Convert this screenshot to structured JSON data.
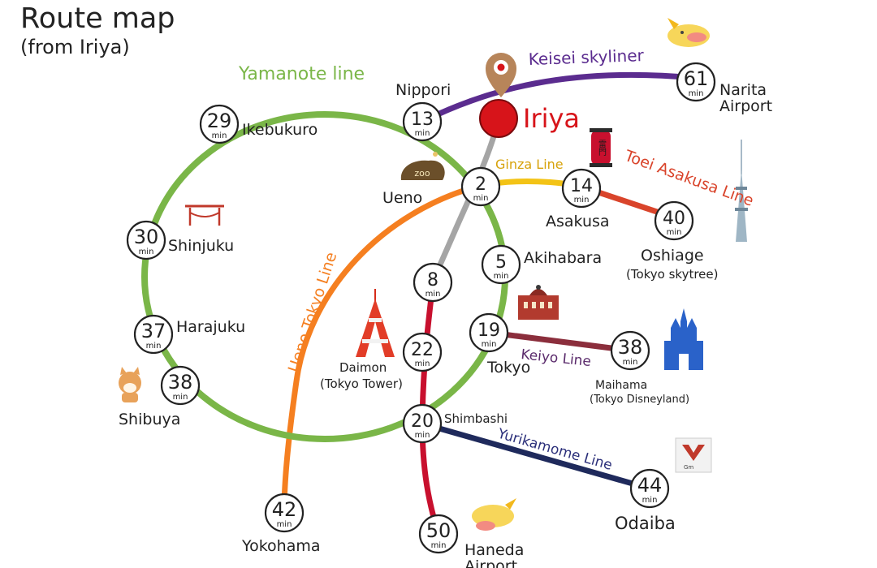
{
  "header": {
    "title": "Route map",
    "subtitle": "(from Iriya)"
  },
  "origin": {
    "name": "Iriya"
  },
  "minute_unit": "min",
  "lines": [
    {
      "id": "yamanote",
      "name": "Yamanote line",
      "color": "#7ab648"
    },
    {
      "id": "keisei",
      "name": "Keisei skyliner",
      "color": "#5b2c8f"
    },
    {
      "id": "ginza",
      "name": "Ginza Line",
      "color": "#f3c316"
    },
    {
      "id": "toei-asakusa",
      "name": "Toei Asakusa Line",
      "color": "#d9442b"
    },
    {
      "id": "ueno-tokyo",
      "name": "Ueno Tokyo Line",
      "color": "#f57f20"
    },
    {
      "id": "hibiya",
      "name": "",
      "color": "#a5a5a5"
    },
    {
      "id": "oedo",
      "name": "",
      "color": "#c8102e"
    },
    {
      "id": "keiyo",
      "name": "Keiyo Line",
      "color": "#8b2e3c"
    },
    {
      "id": "yurikamome",
      "name": "Yurikamome Line",
      "color": "#1f2a5c"
    }
  ],
  "stations": [
    {
      "id": "nippori",
      "name": "Nippori",
      "minutes": "13"
    },
    {
      "id": "ikebukuro",
      "name": "Ikebukuro",
      "minutes": "29"
    },
    {
      "id": "shinjuku",
      "name": "Shinjuku",
      "minutes": "30"
    },
    {
      "id": "harajuku",
      "name": "Harajuku",
      "minutes": "37"
    },
    {
      "id": "shibuya",
      "name": "Shibuya",
      "minutes": "38"
    },
    {
      "id": "ueno",
      "name": "Ueno",
      "minutes": "2"
    },
    {
      "id": "akihabara",
      "name": "Akihabara",
      "minutes": "5"
    },
    {
      "id": "tokyo",
      "name": "Tokyo",
      "minutes": "19"
    },
    {
      "id": "shimbashi",
      "name": "Shimbashi",
      "minutes": "20"
    },
    {
      "id": "daimon",
      "name": "Daimon",
      "sublabel": "(Tokyo Tower)",
      "minutes": "22"
    },
    {
      "id": "oedo-8",
      "name": "",
      "minutes": "8"
    },
    {
      "id": "asakusa",
      "name": "Asakusa",
      "minutes": "14"
    },
    {
      "id": "oshiage",
      "name": "Oshiage",
      "sublabel": "(Tokyo skytree)",
      "minutes": "40"
    },
    {
      "id": "narita",
      "name": "Narita",
      "name2": "Airport",
      "minutes": "61"
    },
    {
      "id": "maihama",
      "name": "Maihama",
      "sublabel": "(Tokyo Disneyland)",
      "minutes": "38"
    },
    {
      "id": "odaiba",
      "name": "Odaiba",
      "minutes": "44"
    },
    {
      "id": "yokohama",
      "name": "Yokohama",
      "minutes": "42"
    },
    {
      "id": "haneda",
      "name": "Haneda",
      "name2": "Airport",
      "minutes": "50"
    }
  ],
  "illustrations": {
    "zoo_sign": "zoo",
    "lantern_glyph": "雷門",
    "castle_sign": "Gm"
  },
  "colors": {
    "origin_red": "#d7141a",
    "pin_brown": "#b7855a"
  }
}
